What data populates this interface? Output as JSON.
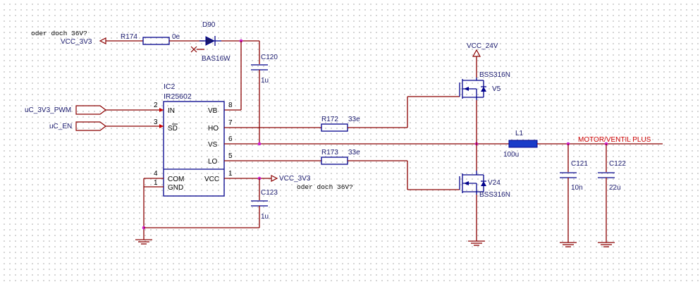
{
  "notes": {
    "top": "oder doch 36V?",
    "mid": "oder doch 36V?"
  },
  "nets": {
    "vcc3v3": "VCC_3V3",
    "vcc3v3_b": "VCC_3V3",
    "vcc24": "VCC_24V",
    "pwm": "uC_3V3_PWM",
    "en": "uC_EN",
    "motor": "MOTOR/VENTIL PLUS"
  },
  "components": {
    "r174": {
      "ref": "R174",
      "value": "0e"
    },
    "d90": {
      "ref": "D90",
      "value": "BAS16W"
    },
    "c120": {
      "ref": "C120",
      "value": "1u"
    },
    "ic2": {
      "ref": "IC2",
      "value": "IR25602"
    },
    "r172": {
      "ref": "R172",
      "value": "33e"
    },
    "r173": {
      "ref": "R173",
      "value": "33e"
    },
    "c123": {
      "ref": "C123",
      "value": "1u"
    },
    "v5": {
      "ref": "V5",
      "value": "BSS316N"
    },
    "v24": {
      "ref": "V24",
      "value": "BSS316N"
    },
    "l1": {
      "ref": "L1",
      "value": "100u"
    },
    "c121": {
      "ref": "C121",
      "value": "10n"
    },
    "c122": {
      "ref": "C122",
      "value": "22u"
    }
  },
  "ic_pins": {
    "in": "IN",
    "sd": "SD",
    "vb": "VB",
    "ho": "HO",
    "vs": "VS",
    "lo": "LO",
    "com": "COM",
    "gnd": "GND",
    "vcc": "VCC",
    "n2": "2",
    "n3": "3",
    "n8": "8",
    "n7": "7",
    "n6": "6",
    "n5": "5",
    "n4": "4",
    "n1a": "1",
    "n1b": "1"
  }
}
